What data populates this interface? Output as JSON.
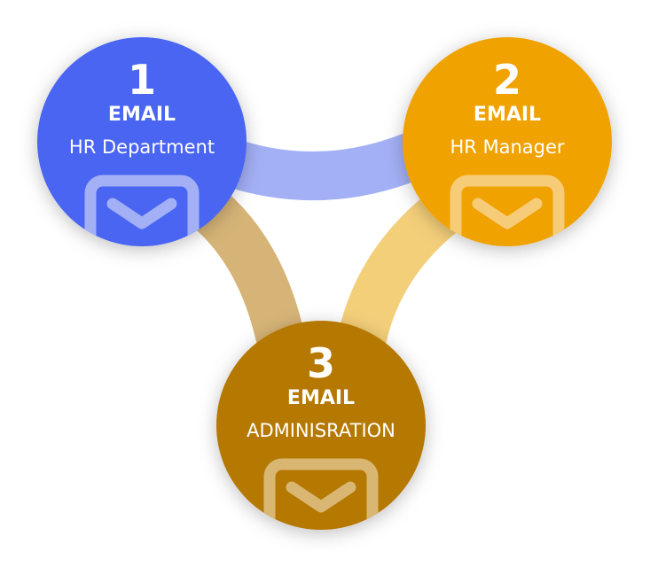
{
  "nodes": [
    {
      "number": "1",
      "title": "EMAIL",
      "label": "HR Department",
      "color": "#4a65f2",
      "icon": "envelope-icon"
    },
    {
      "number": "2",
      "title": "EMAIL",
      "label": "HR Manager",
      "color": "#f0a200",
      "icon": "envelope-icon"
    },
    {
      "number": "3",
      "title": "EMAIL",
      "label": "ADMINISRATION",
      "color": "#b57800",
      "icon": "envelope-icon"
    }
  ],
  "connectors": {
    "blue": "#a3b0f6",
    "tan": "#d6b477",
    "light_orange": "#f4cf7a"
  }
}
